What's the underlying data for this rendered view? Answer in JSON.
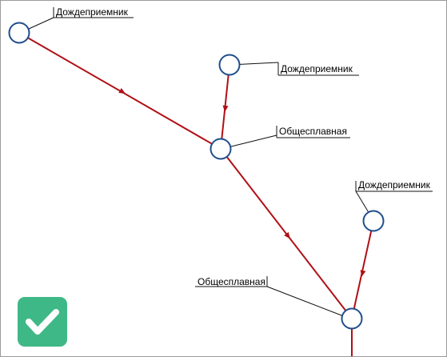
{
  "nodes": [
    {
      "id": "n1",
      "label": "Дождеприемник"
    },
    {
      "id": "n2",
      "label": "Дождеприемник"
    },
    {
      "id": "n3",
      "label": "Общесплавная"
    },
    {
      "id": "n4",
      "label": "Дождеприемник"
    },
    {
      "id": "n5",
      "label": "Общесплавная"
    }
  ],
  "colors": {
    "pipe": "#b01015",
    "node_stroke": "#1f4e8c",
    "leader": "#111111",
    "check_badge": "#3fb887"
  },
  "icons": {
    "status": "checkmark-icon"
  }
}
